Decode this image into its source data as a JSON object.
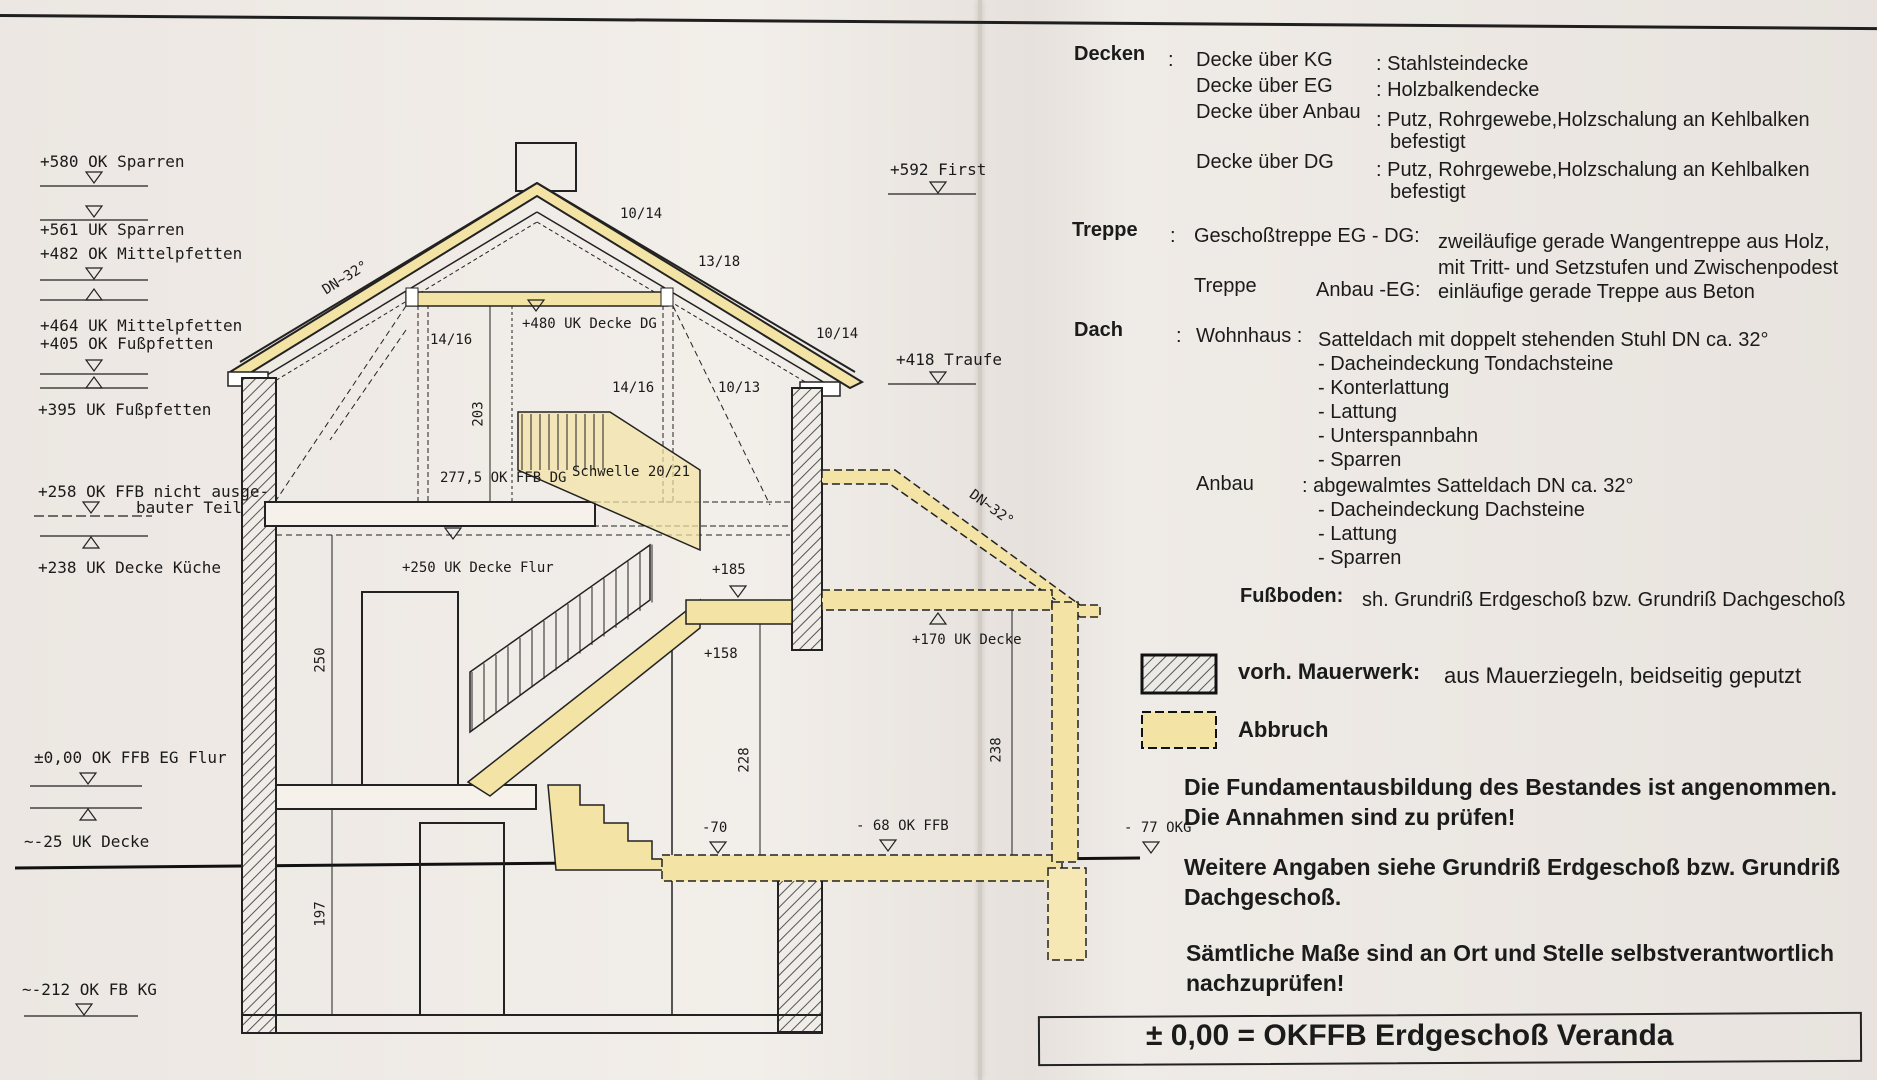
{
  "drawing": {
    "levels_left": [
      "+580 OK Sparren",
      "+561 UK Sparren",
      "+482 OK Mittelpfetten",
      "+464 UK Mittelpfetten",
      "+405 OK Fußpfetten",
      "+395 UK Fußpfetten",
      "+258 OK FFB nicht ausge-",
      "bauter Teil",
      "+238 UK Decke Küche",
      "±0,00 OK FFB EG Flur",
      "~-25 UK Decke",
      "~-212 OK FB KG"
    ],
    "levels_right": [
      "+592 First",
      "+418 Traufe"
    ],
    "labels": {
      "roof_slope": "DN~32°",
      "rafter_1": "10/14",
      "rafter_2": "13/18",
      "rafter_3": "10/14",
      "post_1": "14/16",
      "uk_decke_dg": "+480 UK Decke DG",
      "post_2": "14/16",
      "post_3": "10/13",
      "dim_203": "203",
      "ok_ffb_dg": "277,5 OK FFB DG",
      "schwelle": "Schwelle 20/21",
      "uk_decke_flur": "+250 UK Decke Flur",
      "dim_185": "+185",
      "dim_158": "+158",
      "uk_decke_170": "+170 UK Decke",
      "dim_250": "250",
      "dim_228": "228",
      "dim_238": "238",
      "dim_197": "197",
      "dim_m70": "-70",
      "ok_ffb_68": "- 68 OK FFB",
      "okg_77": "- 77 OKG",
      "anbau_slope": "DN~32°"
    }
  },
  "spec": {
    "decken_title": "Decken",
    "decken": [
      {
        "k": "Decke über KG",
        "v": ": Stahlsteindecke"
      },
      {
        "k": "Decke über EG",
        "v": ": Holzbalkendecke"
      },
      {
        "k": "Decke über Anbau",
        "v": ": Putz, Rohrgewebe,Holzschalung an Kehlbalken"
      },
      {
        "k": "",
        "v": "befestigt"
      },
      {
        "k": "Decke über DG",
        "v": ": Putz, Rohrgewebe,Holzschalung an Kehlbalken"
      },
      {
        "k": "",
        "v": "befestigt"
      }
    ],
    "treppe_title": "Treppe",
    "treppe_1_key": "Geschoßtreppe EG - DG:",
    "treppe_1_val": "zweiläufige gerade Wangentreppe aus Holz,",
    "treppe_1_val2": "mit Tritt- und Setzstufen und Zwischenpodest",
    "treppe_2_key": "Treppe",
    "treppe_2_mid": "Anbau -EG:",
    "treppe_2_val": "einläufige gerade Treppe aus Beton",
    "dach_title": "Dach",
    "wohnhaus_key": "Wohnhaus :",
    "wohnhaus": [
      "Satteldach mit doppelt stehenden Stuhl DN ca. 32°",
      "- Dacheindeckung Tondachsteine",
      "- Konterlattung",
      "- Lattung",
      "- Unterspannbahn",
      "- Sparren"
    ],
    "anbau_key": "Anbau",
    "anbau": [
      ": abgewalmtes Satteldach DN ca. 32°",
      "- Dacheindeckung Dachsteine",
      "- Lattung",
      "- Sparren"
    ],
    "fussboden_key": "Fußboden:",
    "fussboden_val": "sh. Grundriß Erdgeschoß bzw. Grundriß Dachgeschoß"
  },
  "legend": {
    "masonry_key": "vorh. Mauerwerk:",
    "masonry_val": "aus Mauerziegeln, beidseitig geputzt",
    "demolition": "Abbruch",
    "hatch_color": "#555555",
    "demolition_color": "#f3e3a4"
  },
  "notes": [
    "Die Fundamentausbildung des Bestandes ist angenommen.",
    "Die Annahmen sind zu prüfen!",
    "Weitere Angaben siehe Grundriß Erdgeschoß bzw. Grundriß",
    "Dachgeschoß.",
    "Sämtliche Maße sind an Ort und Stelle selbstverantwortlich",
    "nachzuprüfen!"
  ],
  "footer": "± 0,00 = OKFFB Erdgeschoß Veranda"
}
